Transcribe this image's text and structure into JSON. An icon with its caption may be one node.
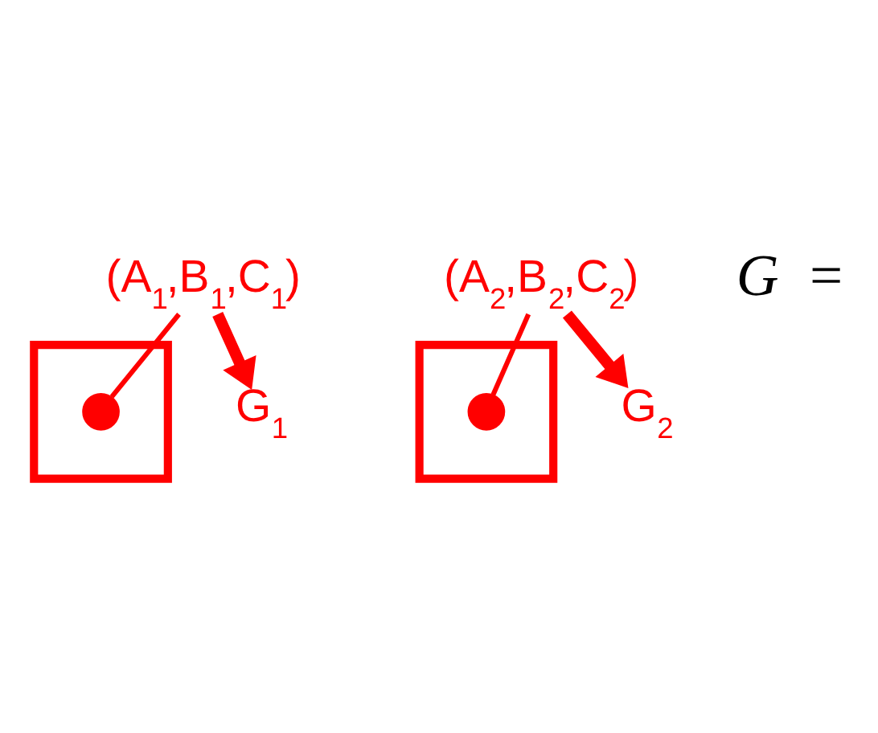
{
  "diagram": {
    "nodes": [
      {
        "text": [],
        "shape": "box"
      },
      {
        "text": [],
        "shape": "circle",
        "in": 0
      },
      {
        "text": [],
        "shape": "box"
      },
      {
        "text": [],
        "shape": "circle",
        "in": 2
      },
      {
        "text": [
          "(A$_{1}$,B$_{1}$,C$_{1}$)"
        ]
      },
      {
        "text": [
          "(A$_{2}$,B$_{2}$,C$_{2}$)"
        ]
      },
      {
        "text": [
          "G$_{1}$"
        ]
      },
      {
        "text": [
          "G$_{2}$"
        ]
      }
    ],
    "edges": [
      {
        "from": 4,
        "to": 1,
        "arrow": "none"
      },
      {
        "from": 5,
        "to": 3,
        "arrow": "none"
      },
      {
        "from": 4,
        "to": 6,
        "arrow": "to",
        "style": "thick"
      },
      {
        "from": 5,
        "to": 7,
        "arrow": "to",
        "style": "thick"
      }
    ],
    "labels": [
      "*G* ="
    ]
  }
}
